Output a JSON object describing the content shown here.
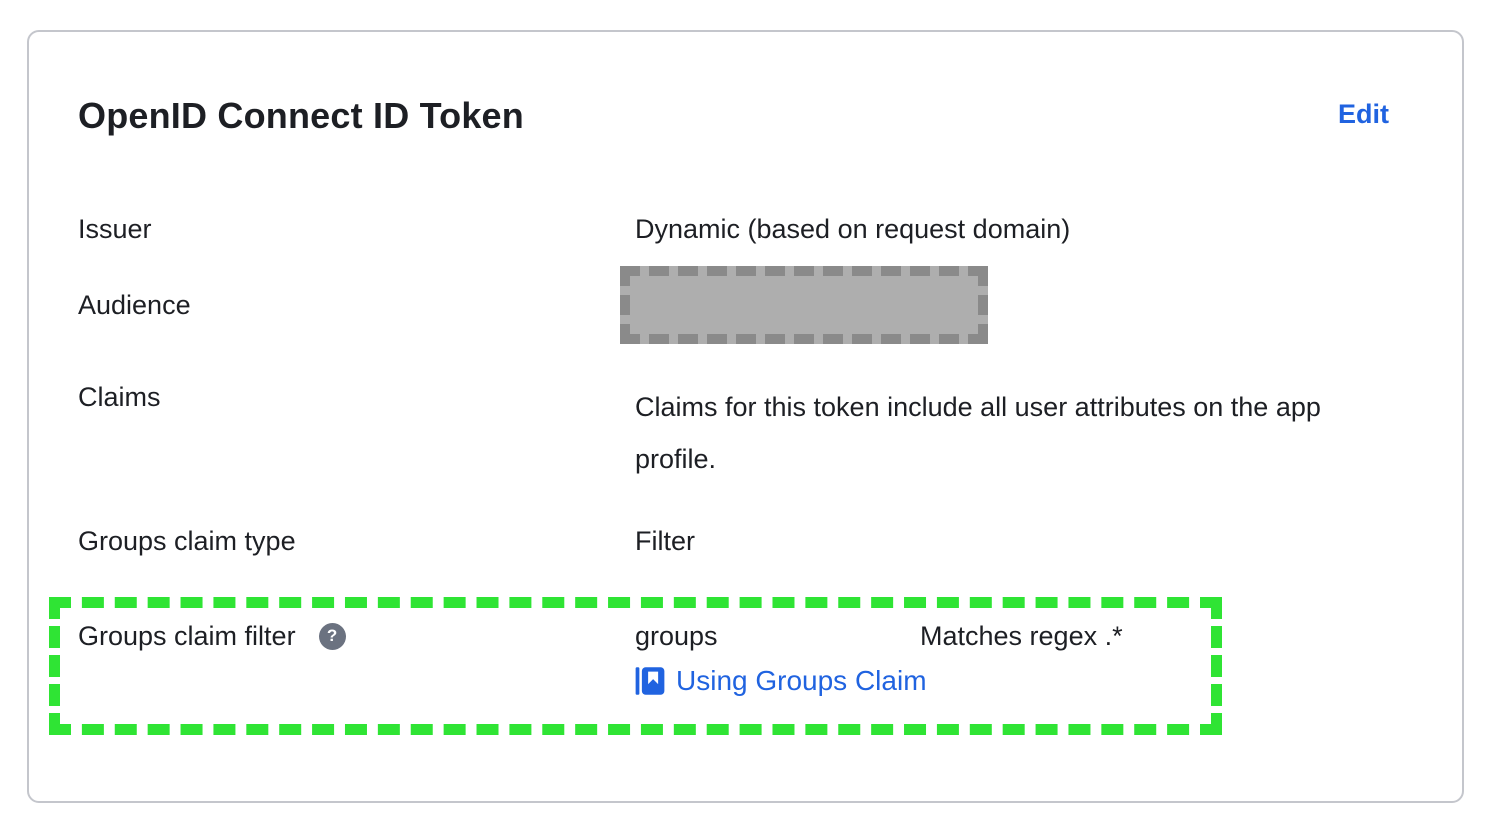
{
  "card": {
    "title": "OpenID Connect ID Token",
    "edit_label": "Edit"
  },
  "rows": {
    "issuer": {
      "label": "Issuer",
      "value": "Dynamic (based on request domain)"
    },
    "audience": {
      "label": "Audience",
      "redacted": true
    },
    "claims": {
      "label": "Claims",
      "value": "Claims for this token include all user attributes on the app profile."
    },
    "groups_claim_type": {
      "label": "Groups claim type",
      "value": "Filter"
    },
    "groups_claim_filter": {
      "label": "Groups claim filter",
      "help_glyph": "?",
      "value": "groups",
      "condition": "Matches regex .*",
      "doc_link_label": "Using Groups Claim"
    }
  },
  "colors": {
    "text": "#1d1f24",
    "accent_blue": "#2063e0",
    "highlight_green": "#2fe434",
    "redaction_fill": "#aeaeae",
    "redaction_dash": "#8a8a8a",
    "help_icon_bg": "#6b7280",
    "card_border": "#c4c6cc"
  }
}
